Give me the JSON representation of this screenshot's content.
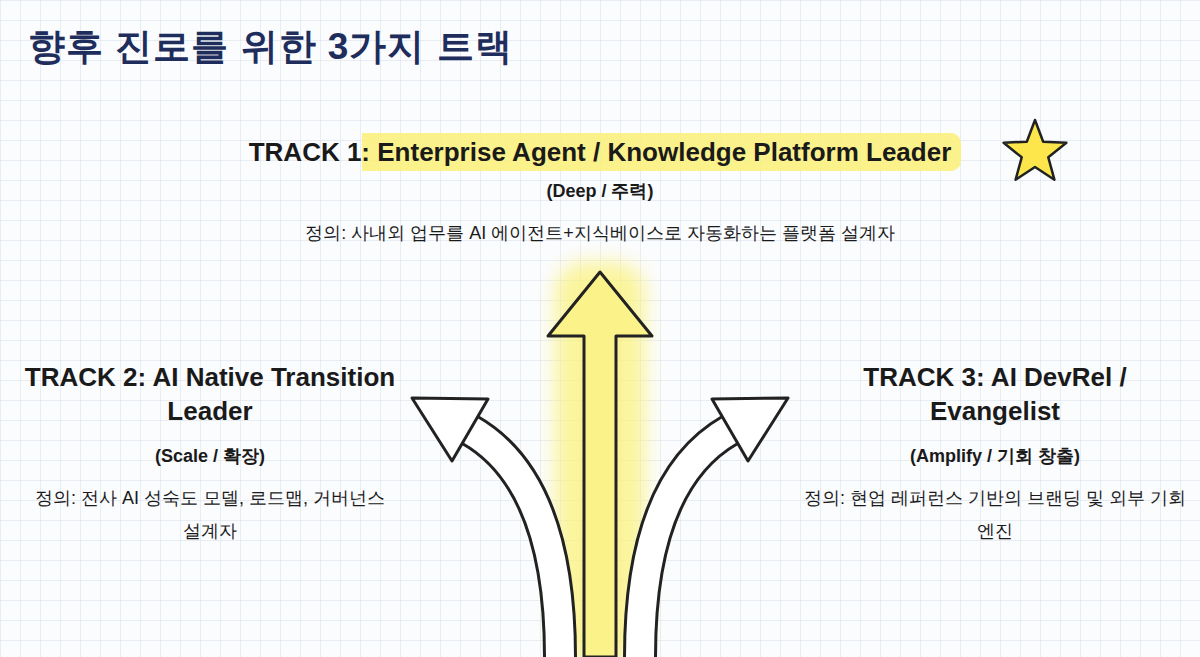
{
  "diagram": {
    "title": "향후 진로를 위한 3가지 트랙",
    "nodes": [
      {
        "text": [
          "TRACK 1: Enterprise Agent / Knowledge Platform Leader",
          "(Deep / 주력)",
          "정의: 사내외 업무를 AI 에이전트+지식베이스로 자동화하는 플랫폼 설계자"
        ]
      },
      {
        "text": [
          "TRACK 2: AI Native Transition Leader",
          "(Scale / 확장)",
          "정의: 전사 AI 성숙도 모델, 로드맵, 거버넌스 설계자"
        ]
      },
      {
        "text": [
          "TRACK 3: AI DevRel / Evangelist",
          "(Amplify / 기회 창출)",
          "정의: 현업 레퍼런스 기반의 브랜딩 및 외부 기회 엔진"
        ]
      }
    ]
  }
}
